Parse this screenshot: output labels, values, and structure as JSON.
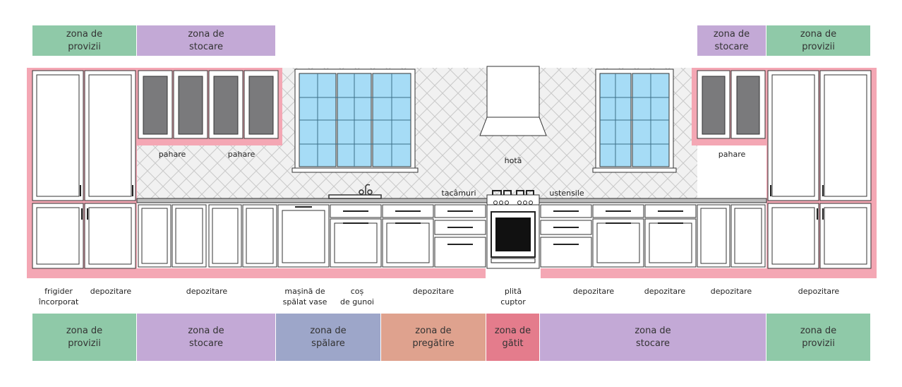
{
  "colors": {
    "provizii": "#8fc9a8",
    "stocare": "#c3a9d6",
    "spalare": "#9da6c9",
    "pregatire": "#dfa28e",
    "gatit": "#e47c8c",
    "pink_band": "#f4a7b4",
    "glass_dark": "#7a7a7c",
    "window_glass": "#a6dcf6"
  },
  "top_zones": [
    {
      "text": "zona de\nprovizii",
      "color_key": "provizii"
    },
    {
      "text": "zona de\nstocare",
      "color_key": "stocare"
    },
    {
      "text": "zona de\nstocare",
      "color_key": "stocare"
    },
    {
      "text": "zona de\nprovizii",
      "color_key": "provizii"
    }
  ],
  "bottom_zones": [
    {
      "text": "zona de\nprovizii",
      "color_key": "provizii"
    },
    {
      "text": "zona de\nstocare",
      "color_key": "stocare"
    },
    {
      "text": "zona de\nspălare",
      "color_key": "spalare"
    },
    {
      "text": "zona de\npregătire",
      "color_key": "pregatire"
    },
    {
      "text": "zona de\ngătit",
      "color_key": "gatit"
    },
    {
      "text": "zona de\nstocare",
      "color_key": "stocare"
    },
    {
      "text": "zona de\nprovizii",
      "color_key": "provizii"
    }
  ],
  "upper_labels": [
    "pahare",
    "pahare",
    "pahare",
    "hotă",
    "tacâmuri",
    "ustensile"
  ],
  "base_labels": [
    "frigider\nîncorporat",
    "depozitare",
    "depozitare",
    "mașină de\nspălat vase",
    "coș\nde gunoi",
    "depozitare",
    "plită\ncuptor",
    "depozitare",
    "depozitare",
    "depozitare",
    "depozitare"
  ]
}
